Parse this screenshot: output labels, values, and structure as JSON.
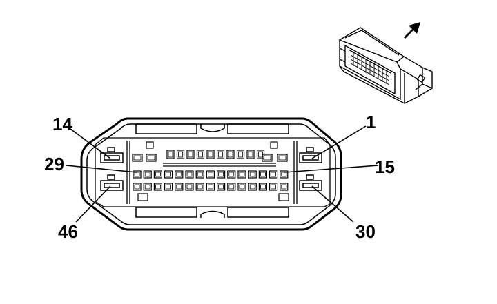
{
  "pin_labels": {
    "pin_1": "1",
    "pin_14": "14",
    "pin_15": "15",
    "pin_29": "29",
    "pin_30": "30",
    "pin_46": "46"
  },
  "colors": {
    "line": "#000000",
    "background": "#ffffff"
  },
  "icons": {
    "direction": "arrow-up-right-icon",
    "connector_3d": "connector-perspective-icon"
  }
}
